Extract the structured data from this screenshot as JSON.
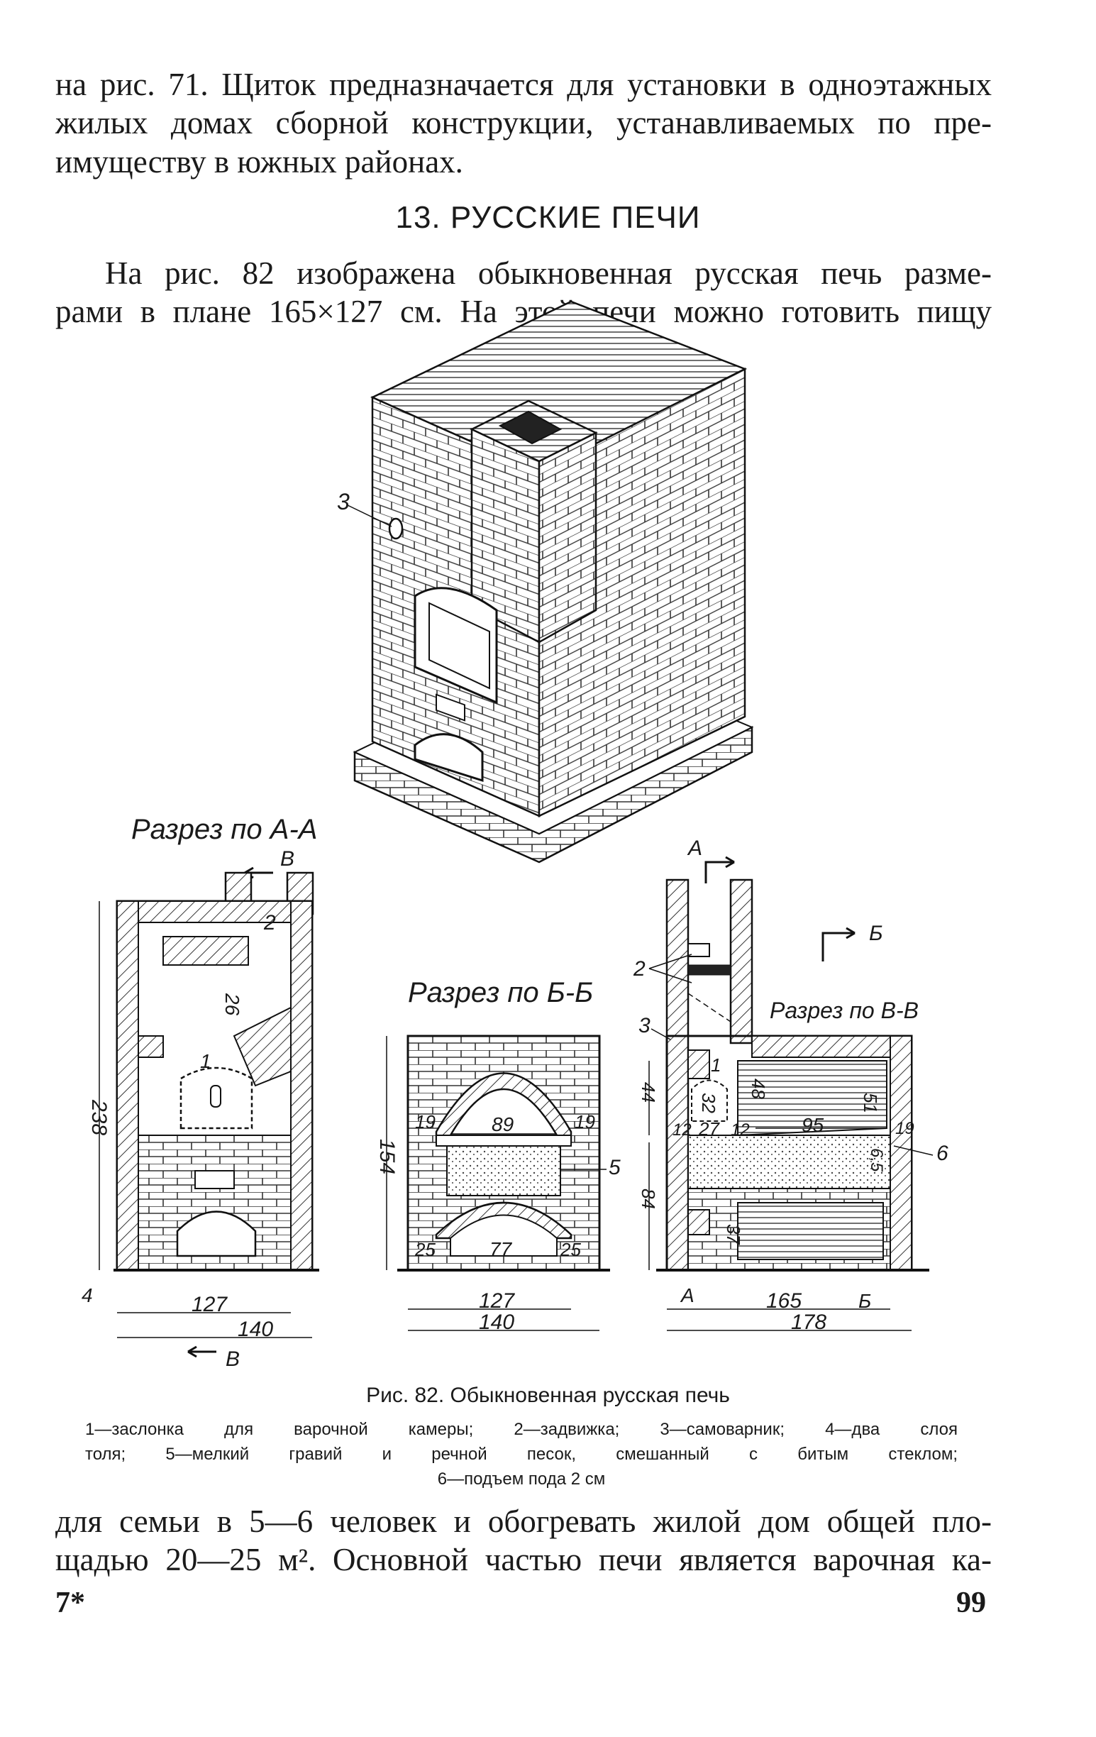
{
  "top_paragraph": {
    "lines": [
      "на рис. 71. Щиток предназначается для установки в одноэтажных",
      "жилых домах сборной конструкции, устанавливаемых по пре-",
      "имуществу в южных районах."
    ]
  },
  "section_heading": "13. РУССКИЕ ПЕЧИ",
  "intro_paragraph": {
    "lines": [
      "На рис. 82 изображена обыкновенная русская печь разме-",
      "рами в плане 165×127 см. На этой печи можно готовить пищу"
    ]
  },
  "figure": {
    "iso_label": "3",
    "section_aa": {
      "title": "Разрез по А-А",
      "marker_top": "В",
      "marker_bottom": "В",
      "label_1": "1",
      "label_2": "2",
      "label_4": "4",
      "dim_height": "238",
      "dim_26": "26",
      "dim_127": "127",
      "dim_140": "140"
    },
    "section_bb": {
      "title": "Разрез по Б-Б",
      "dim_154": "154",
      "dim_19_left": "19",
      "dim_89": "89",
      "dim_19_right": "19",
      "label_5": "5",
      "dim_25_left": "25",
      "dim_77": "77",
      "dim_25_right": "25",
      "dim_127": "127",
      "dim_140": "140"
    },
    "section_vv": {
      "title": "Разрез по В-В",
      "marker_a_top": "А",
      "marker_b_top": "Б",
      "label_2": "2",
      "label_3": "3",
      "label_1": "1",
      "label_6": "6",
      "dim_44": "44",
      "dim_32": "32",
      "dim_48": "48",
      "dim_12_left": "12",
      "dim_27": "27",
      "dim_12_right": "12",
      "dim_95": "95",
      "dim_51": "51",
      "dim_19": "19",
      "dim_6_5": "6,5",
      "dim_84": "84",
      "dim_37": "37",
      "marker_a_bottom": "А",
      "dim_165": "165",
      "marker_b_bottom": "Б",
      "dim_178": "178"
    }
  },
  "caption": "Рис. 82. Обыкновенная русская печь",
  "legend": {
    "lines": [
      "1—заслонка для варочной камеры; 2—задвижка; 3—самоварник; 4—два слоя",
      "толя; 5—мелкий гравий и речной песок, смешанный с битым стеклом;",
      "6—подъем пода 2 см"
    ]
  },
  "bottom_paragraph": {
    "lines": [
      "для семьи в 5—6 человек и обогревать жилой дом общей пло-",
      "щадью 20—25 м². Основной частью печи является варочная ка-"
    ]
  },
  "footer": {
    "signature": "7*",
    "page_number": "99"
  }
}
